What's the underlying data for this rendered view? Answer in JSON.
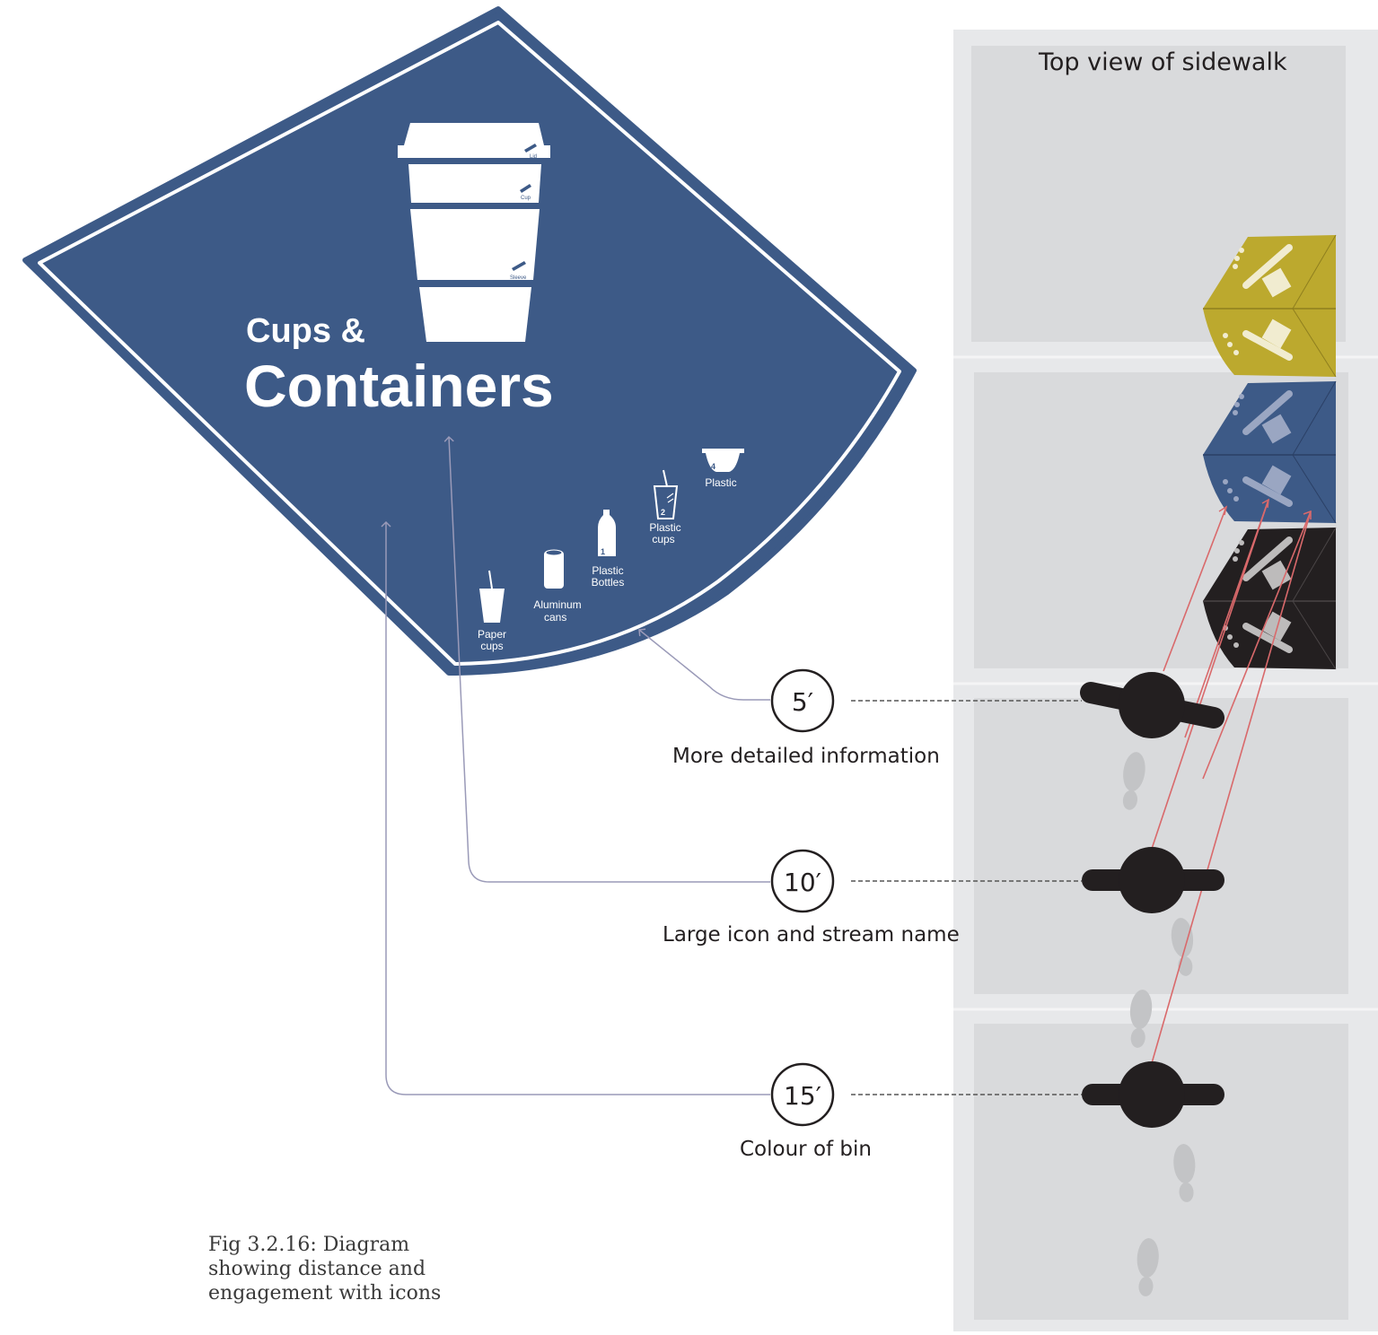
{
  "sign": {
    "title_line1": "Cups &",
    "title_line2": "Containers",
    "cup_parts": [
      "Lid",
      "Cup",
      "Sleeve"
    ],
    "items": [
      {
        "label1": "Paper",
        "label2": "cups",
        "number": ""
      },
      {
        "label1": "Aluminum",
        "label2": "cans",
        "number": ""
      },
      {
        "label1": "Plastic",
        "label2": "Bottles",
        "number": "1"
      },
      {
        "label1": "Plastic",
        "label2": "cups",
        "number": "2"
      },
      {
        "label1": "Plastic",
        "label2": "",
        "number": "4"
      }
    ],
    "colors": {
      "sign": "#3d5a87",
      "bin_yellow": "#bca92e",
      "bin_blue": "#3d5a87",
      "bin_black": "#231f20"
    }
  },
  "sidewalk": {
    "title": "Top view of sidewalk"
  },
  "distances": [
    {
      "value": "5′",
      "description": "More detailed information"
    },
    {
      "value": "10′",
      "description": "Large icon and stream name"
    },
    {
      "value": "15′",
      "description": "Colour of bin"
    }
  ],
  "caption": "Fig 3.2.16: Diagram showing distance and engagement with icons"
}
